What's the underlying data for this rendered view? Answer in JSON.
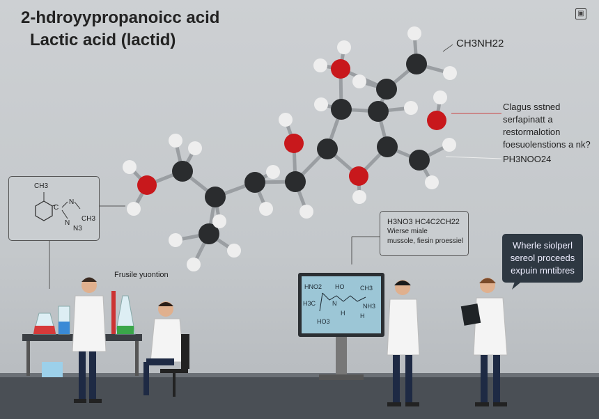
{
  "title": {
    "line1": "2-hdroyypropanoicc acid",
    "line2": "Lactic acid (lactid)"
  },
  "labels": {
    "top_formula": "CH3NH22",
    "side_note": [
      "Clagus sstned",
      "serfapinatt a",
      "restormalotion",
      "foesuolenstions a nk?"
    ],
    "side_formula": "PH3NOO24",
    "lab_caption": "Frusile yuontion"
  },
  "structure_box": {
    "ch3_top": "CH3",
    "c": "C",
    "n1": "N",
    "n2": "N",
    "n3": "N3",
    "ch3": "CH3"
  },
  "info_box": {
    "formula": "H3NO3  HC4C2CH22",
    "line1": "Wierse miale",
    "line2": "mussole, fiesin proessiel"
  },
  "speech_bubble": [
    "Wherle siolperl",
    "sereol proceeds",
    "expuin mntibres"
  ],
  "monitor": {
    "t1": "HNO2",
    "t2": "HO",
    "t3": "CH3",
    "t4": "H3C",
    "t5": "N",
    "t6": "NH3",
    "t7": "HO3",
    "t8": "H",
    "t9": "H"
  },
  "colors": {
    "carbon": "#2a2c2e",
    "oxygen": "#c8181c",
    "hydrogen": "#eeeeee",
    "floor": "#4a4f55"
  }
}
